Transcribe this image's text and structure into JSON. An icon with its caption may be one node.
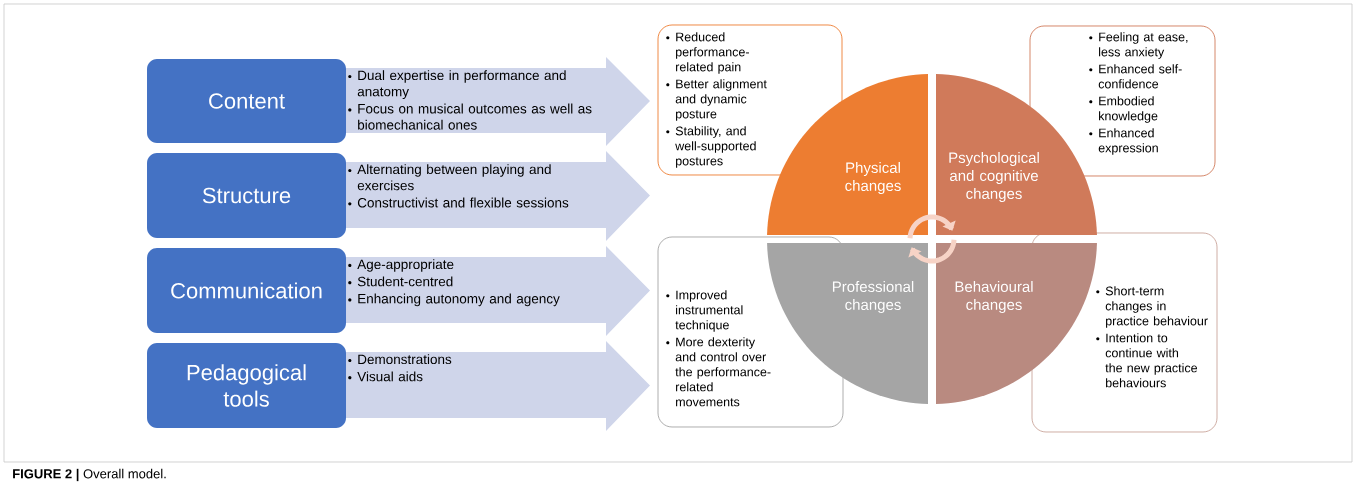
{
  "diagram": {
    "caption": "**FIGURE 2 |** Overall model.",
    "nodes": [
      {
        "text": [
          "Content"
        ]
      },
      {
        "text": [
          "Dual expertise in performance and anatomy",
          "Focus on musical outcomes as well as biomechanical ones"
        ]
      },
      {
        "text": [
          "Structure"
        ]
      },
      {
        "text": [
          "Alternating between playing and exercises",
          "Constructivist and flexible sessions"
        ]
      },
      {
        "text": [
          "Communication"
        ]
      },
      {
        "text": [
          "Age-appropriate",
          "Student-centred",
          "Enhancing autonomy and agency"
        ]
      },
      {
        "text": [
          "Pedagogical tools"
        ]
      },
      {
        "text": [
          "Demonstrations",
          "Visual aids"
        ]
      },
      {
        "text": [
          "Reduced performance-related pain",
          "Better alignment and dynamic posture",
          "Stability, and well-supported postures"
        ]
      },
      {
        "text": [
          "Feeling at ease, less anxiety",
          "Enhanced self-confidence",
          "Embodied knowledge",
          "Enhanced expression"
        ]
      },
      {
        "text": [
          "Physical changes"
        ]
      },
      {
        "text": [
          "Psychological and cognitive changes"
        ]
      },
      {
        "text": [
          "Improved instrumental technique",
          "More dexterity and control over the performance-related movements"
        ]
      },
      {
        "text": [
          "Professional changes"
        ]
      },
      {
        "text": [
          "Behavioural changes"
        ]
      },
      {
        "text": [
          "Short-term changes in practice behaviour",
          "Intention to continue with the new practice behaviours"
        ]
      }
    ],
    "edges": [
      {
        "from": 10,
        "to": 11,
        "arrow": "to"
      },
      {
        "from": 14,
        "to": 13,
        "arrow": "to"
      }
    ]
  }
}
